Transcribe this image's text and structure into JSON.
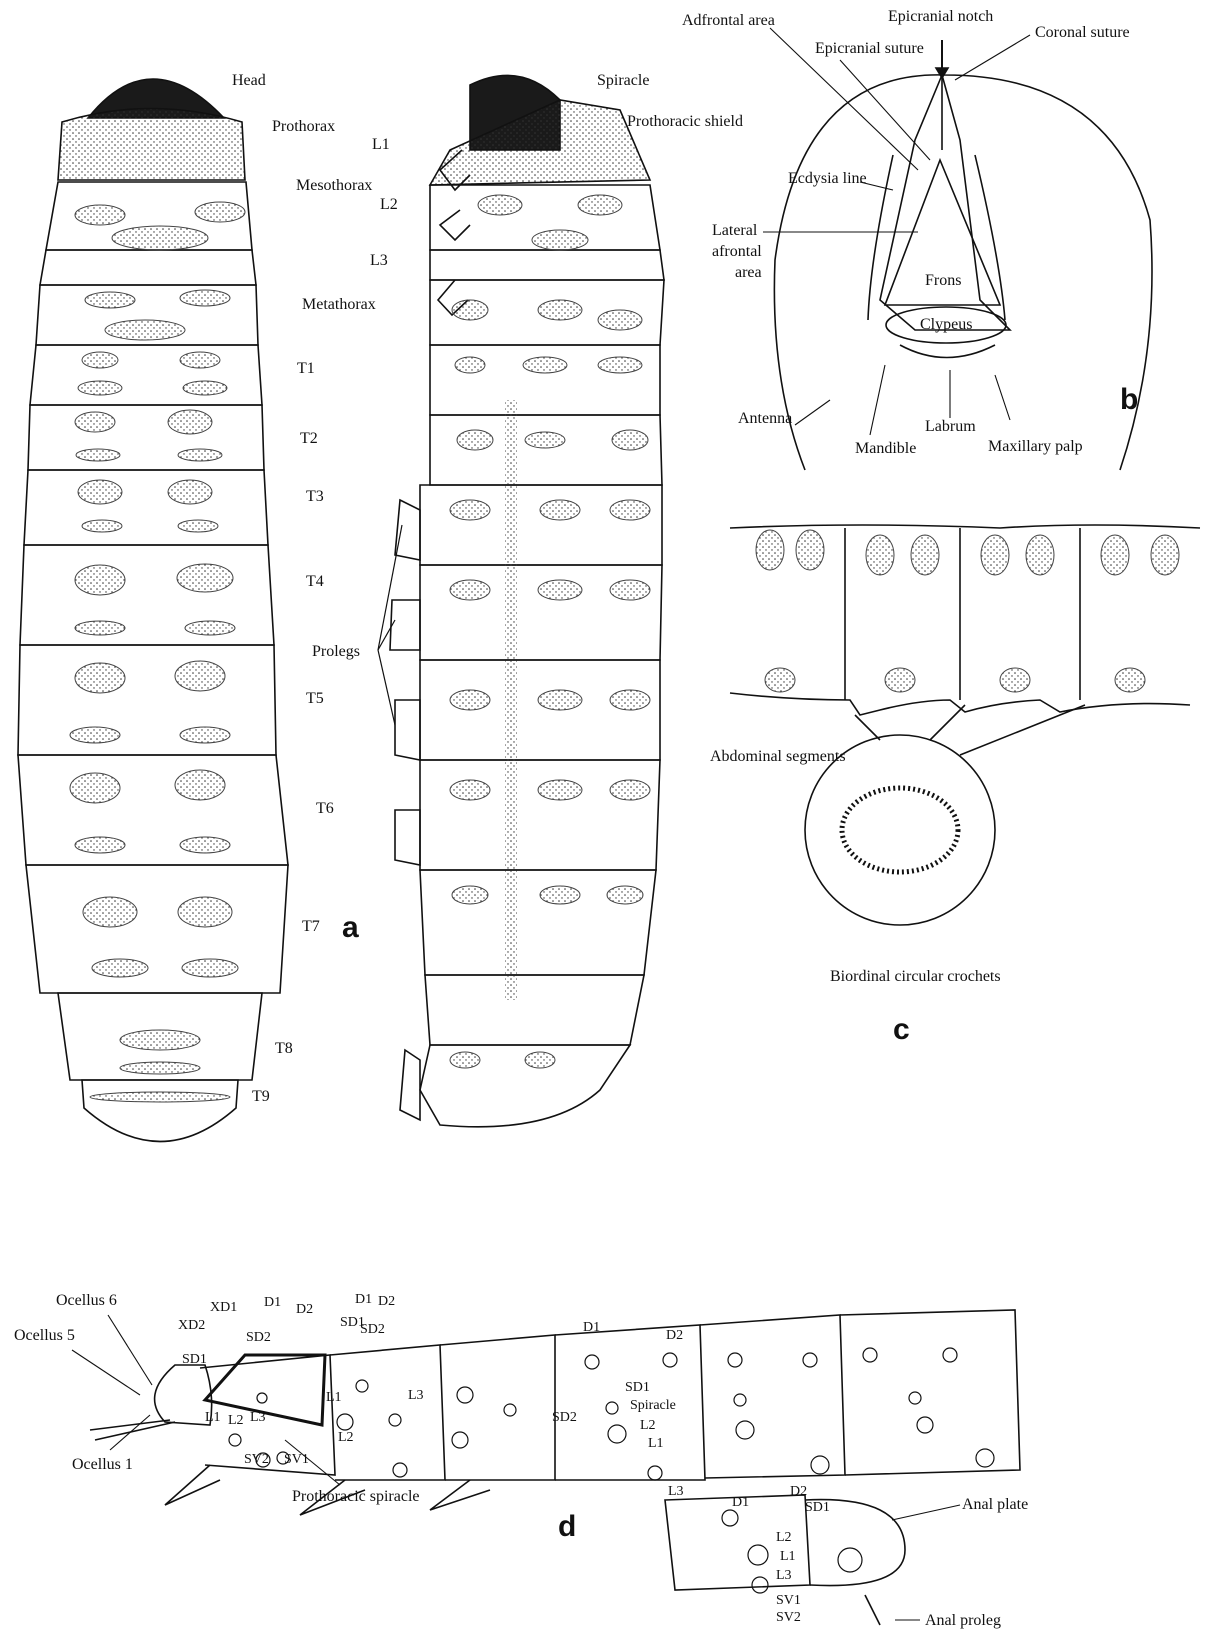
{
  "panels": {
    "a": "a",
    "b": "b",
    "c": "c",
    "d": "d"
  },
  "a_labels": {
    "head": "Head",
    "prothorax": "Prothorax",
    "mesothorax": "Mesothorax",
    "metathorax": "Metathorax",
    "t1": "T1",
    "t2": "T2",
    "t3": "T3",
    "t4": "T4",
    "t5": "T5",
    "t6": "T6",
    "t7": "T7",
    "t8": "T8",
    "t9": "T9",
    "spiracle": "Spiracle",
    "prothoracic_shield": "Prothoracic shield",
    "l1": "L1",
    "l2": "L2",
    "l3": "L3",
    "prolegs": "Prolegs"
  },
  "b_labels": {
    "adfrontal_area": "Adfrontal area",
    "epicranial_notch": "Epicranial notch",
    "coronal_suture": "Coronal suture",
    "epicranial_suture": "Epicranial suture",
    "ecdysia_line": "Ecdysia line",
    "lateral": "Lateral",
    "afrontal": "afrontal",
    "area": "area",
    "frons": "Frons",
    "clypeus": "Clypeus",
    "antenna": "Antenna",
    "labrum": "Labrum",
    "mandible": "Mandible",
    "maxillary_palp": "Maxillary palp"
  },
  "c_labels": {
    "abdominal_segments": "Abdominal segments",
    "crochets": "Biordinal circular crochets"
  },
  "d_labels": {
    "ocellus6": "Ocellus 6",
    "ocellus5": "Ocellus 5",
    "ocellus1": "Ocellus 1",
    "xd2": "XD2",
    "xd1": "XD1",
    "d1": "D1",
    "d2": "D2",
    "sd1": "SD1",
    "sd2": "SD2",
    "l1": "L1",
    "l2": "L2",
    "l3": "L3",
    "sv1": "SV1",
    "sv2": "SV2",
    "spiracle": "Spiracle",
    "prothoracic_spiracle": "Prothoracic spiracle",
    "anal_plate": "Anal plate",
    "anal_proleg": "Anal proleg"
  }
}
